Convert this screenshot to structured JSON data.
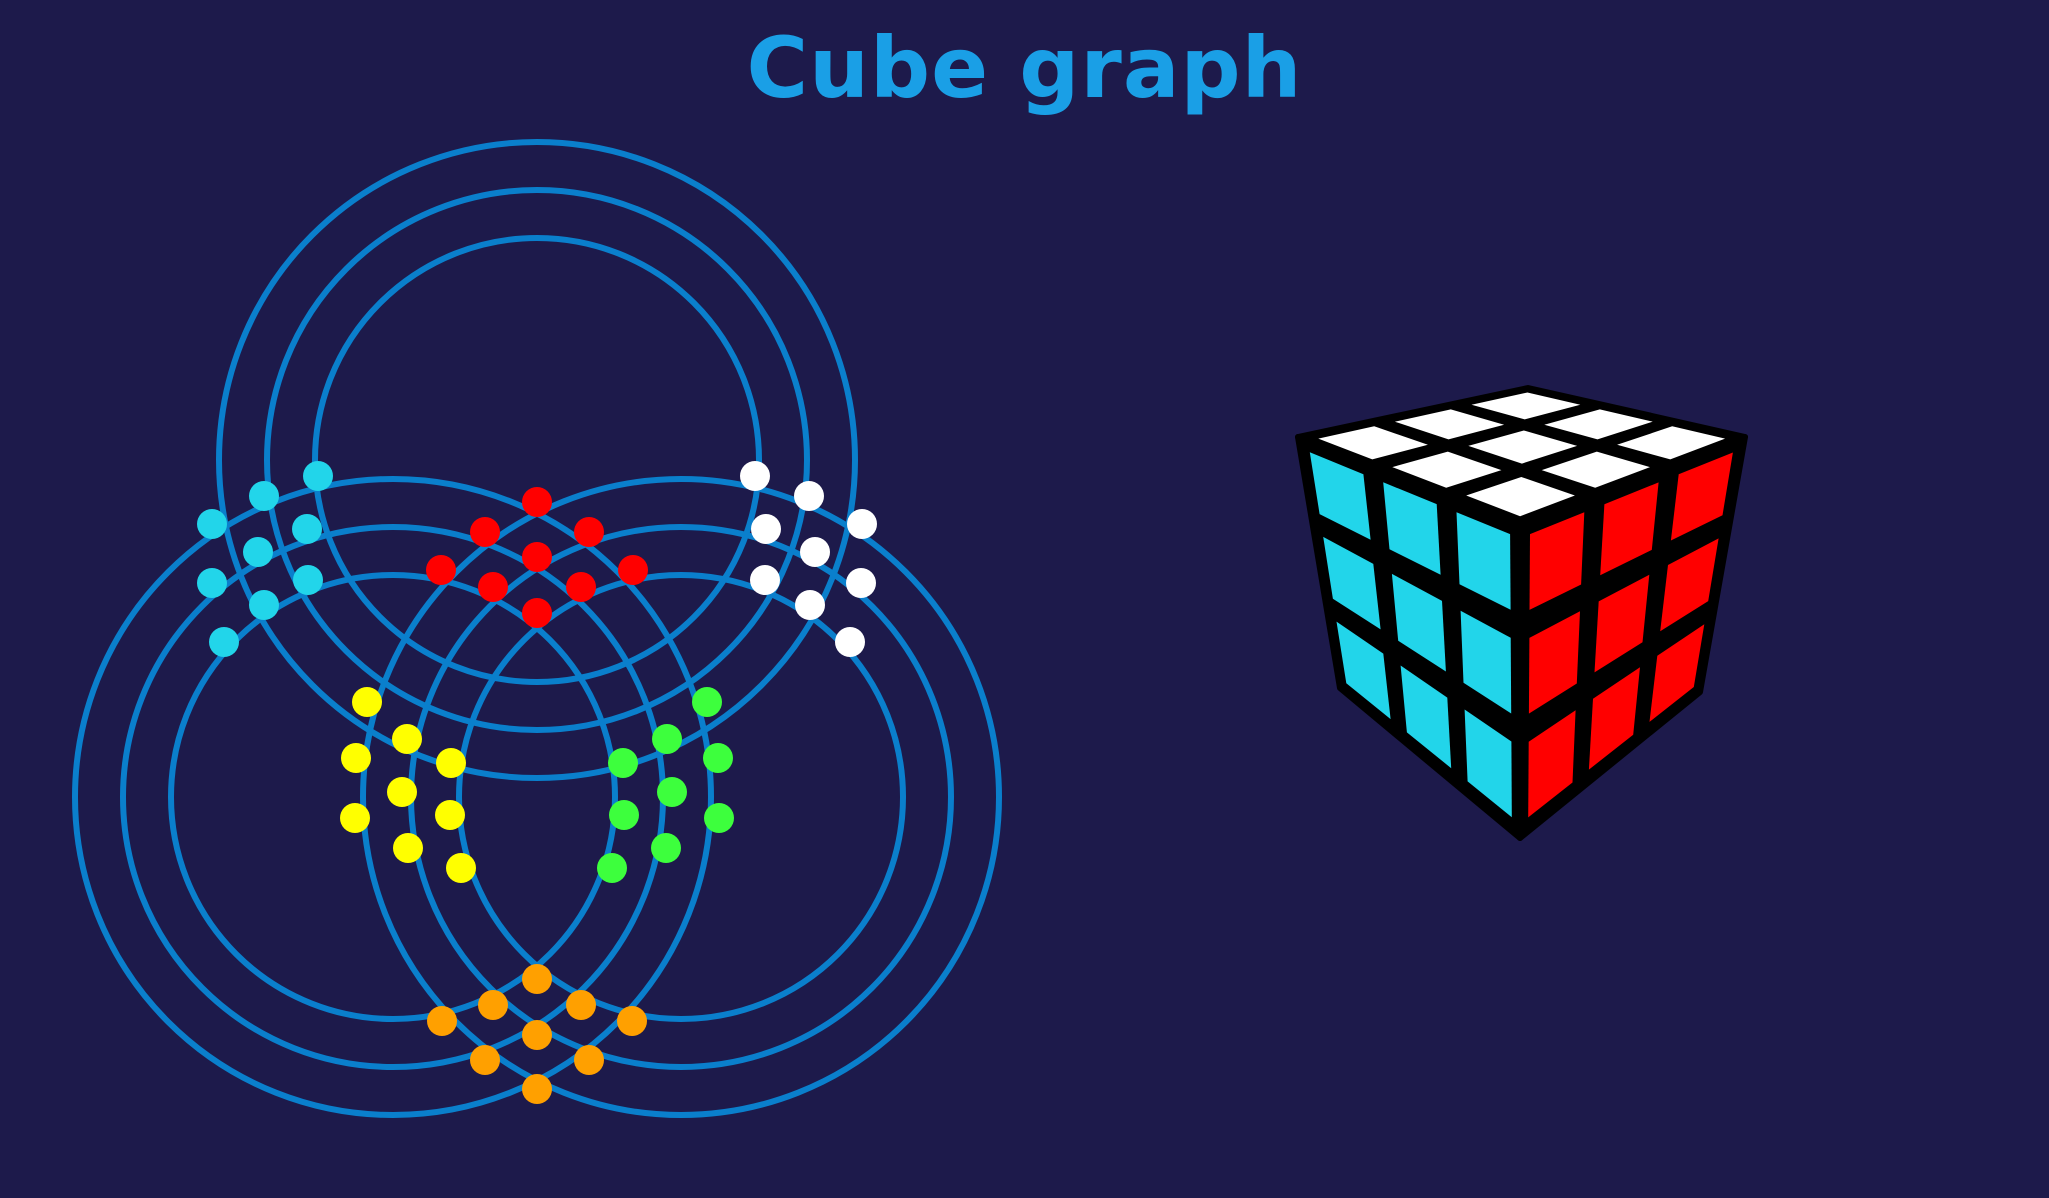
{
  "title": "Cube graph",
  "colors": {
    "background": "#1d1a4b",
    "title": "#1a9fe6",
    "ring": "#0a7fcc",
    "cube_outline": "#000000"
  },
  "graph": {
    "rings_per_family": 3,
    "families": [
      "top",
      "left",
      "right"
    ],
    "vertex_clusters": [
      {
        "face": "top",
        "color": "#ff0000",
        "count": 9
      },
      {
        "face": "left",
        "color": "#22d5ea",
        "count": 9
      },
      {
        "face": "right",
        "color": "#ffffff",
        "count": 9
      },
      {
        "face": "left-bottom",
        "color": "#ffff00",
        "count": 9
      },
      {
        "face": "right-bottom",
        "color": "#3dff3d",
        "count": 9
      },
      {
        "face": "bottom",
        "color": "#ffa000",
        "count": 9
      }
    ]
  },
  "cube": {
    "faces": [
      {
        "name": "top",
        "color": "#ffffff"
      },
      {
        "name": "left",
        "color": "#22d5ea"
      },
      {
        "name": "right",
        "color": "#ff0000"
      }
    ],
    "grid": 3
  }
}
